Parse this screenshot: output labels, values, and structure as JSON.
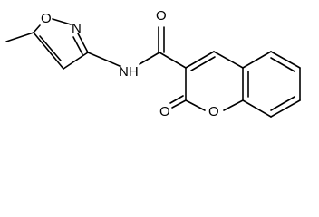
{
  "structure": {
    "atoms": {
      "ring_oxygen_isoxazole": "O",
      "ring_nitrogen_isoxazole": "N",
      "amide_oxygen": "O",
      "amide_nh": "NH",
      "lactone_carbonyl_oxygen": "O",
      "ring_oxygen_chromene": "O"
    }
  },
  "colors": {
    "ink": "#000000",
    "background": "#ffffff"
  }
}
